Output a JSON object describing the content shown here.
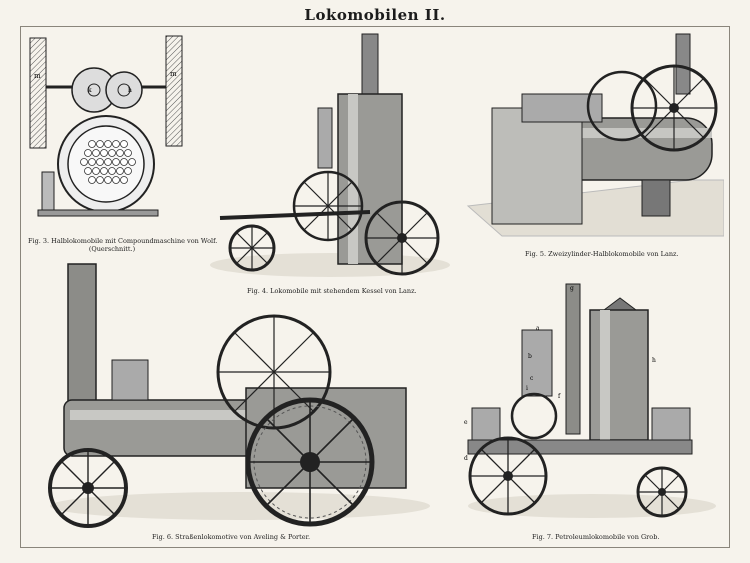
{
  "title": "Lokomobilen II.",
  "figures": [
    {
      "id": "fig3",
      "caption_line1": "Fig. 3. Halblokomobile mit Compoundmaschine von Wolf.",
      "caption_line2": "(Querschnitt.)",
      "labels": {
        "m_left": "m",
        "m_right": "m",
        "k": "k",
        "h": "h"
      }
    },
    {
      "id": "fig4",
      "caption_line1": "Fig. 4.   Lokomobile mit stehendem Kessel von Lanz."
    },
    {
      "id": "fig5",
      "caption_line1": "Fig. 5.  Zweizylinder-Halblokomobile von Lanz."
    },
    {
      "id": "fig6",
      "caption_line1": "Fig. 6.  Straßenlokomotive von Aveling & Porter."
    },
    {
      "id": "fig7",
      "caption_line1": "Fig. 7.  Petroleumlokomobile von Grob.",
      "labels": {
        "a": "a",
        "b": "b",
        "c": "c",
        "d": "d",
        "e": "e",
        "f": "f",
        "g": "g",
        "h": "h",
        "i": "i"
      }
    }
  ],
  "colors": {
    "paper": "#f6f3ec",
    "ink": "#1c1c1c",
    "steel": "#9a9a96",
    "shadow": "#6b6b68"
  }
}
